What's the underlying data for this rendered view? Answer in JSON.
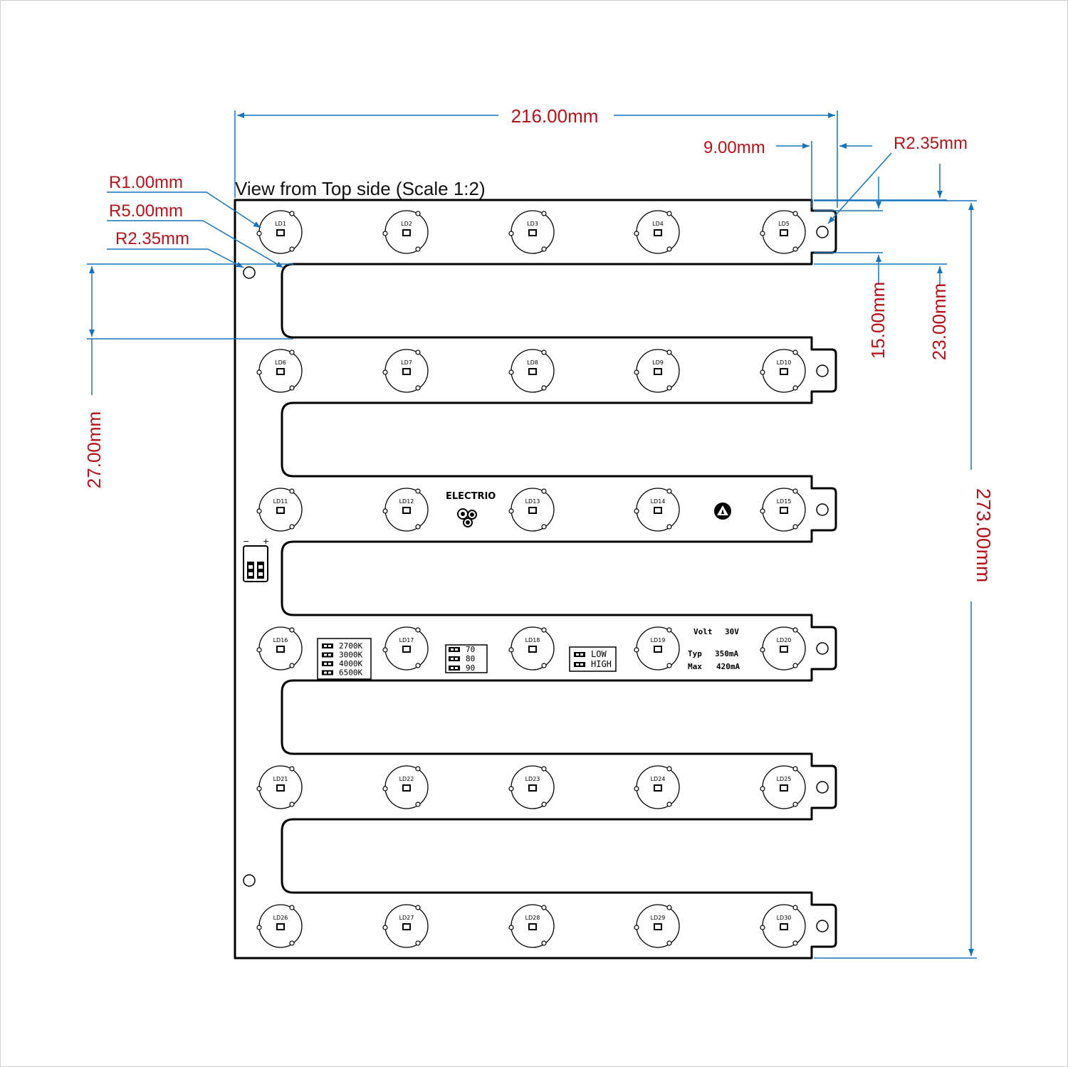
{
  "title": "View from Top side (Scale 1:2)",
  "dimensions": {
    "width_total": "216.00mm",
    "tab_width": "9.00mm",
    "hole_radius_top_right": "R2.35mm",
    "corner_radius": "R1.00mm",
    "slot_radius": "R5.00mm",
    "hole_radius_left": "R2.35mm",
    "slot_pitch": "27.00mm",
    "strip_width": "15.00mm",
    "tab_height": "23.00mm",
    "height_total": "273.00mm"
  },
  "leds": [
    "LD1",
    "LD2",
    "LD3",
    "LD4",
    "LD5",
    "LD6",
    "LD7",
    "LD8",
    "LD9",
    "LD10",
    "LD11",
    "LD12",
    "LD13",
    "LD14",
    "LD15",
    "LD16",
    "LD17",
    "LD18",
    "LD19",
    "LD20",
    "LD21",
    "LD22",
    "LD23",
    "LD24",
    "LD25",
    "LD26",
    "LD27",
    "LD28",
    "LD29",
    "LD30"
  ],
  "brand": "ELECTRIO",
  "connector": {
    "minus": "−",
    "plus": "+"
  },
  "cct_options": [
    "2700K",
    "3000K",
    "4000K",
    "6500K"
  ],
  "cri_options": [
    "70",
    "80",
    "90"
  ],
  "power_options": [
    "LOW",
    "HIGH"
  ],
  "specs": {
    "volt_label": "Volt",
    "volt_value": "30V",
    "typ_label": "Typ",
    "typ_value": "350mA",
    "max_label": "Max",
    "max_value": "420mA"
  },
  "colors": {
    "dimension_line": "#1a73b8",
    "dimension_text": "#b3121b",
    "outline": "#000000"
  }
}
